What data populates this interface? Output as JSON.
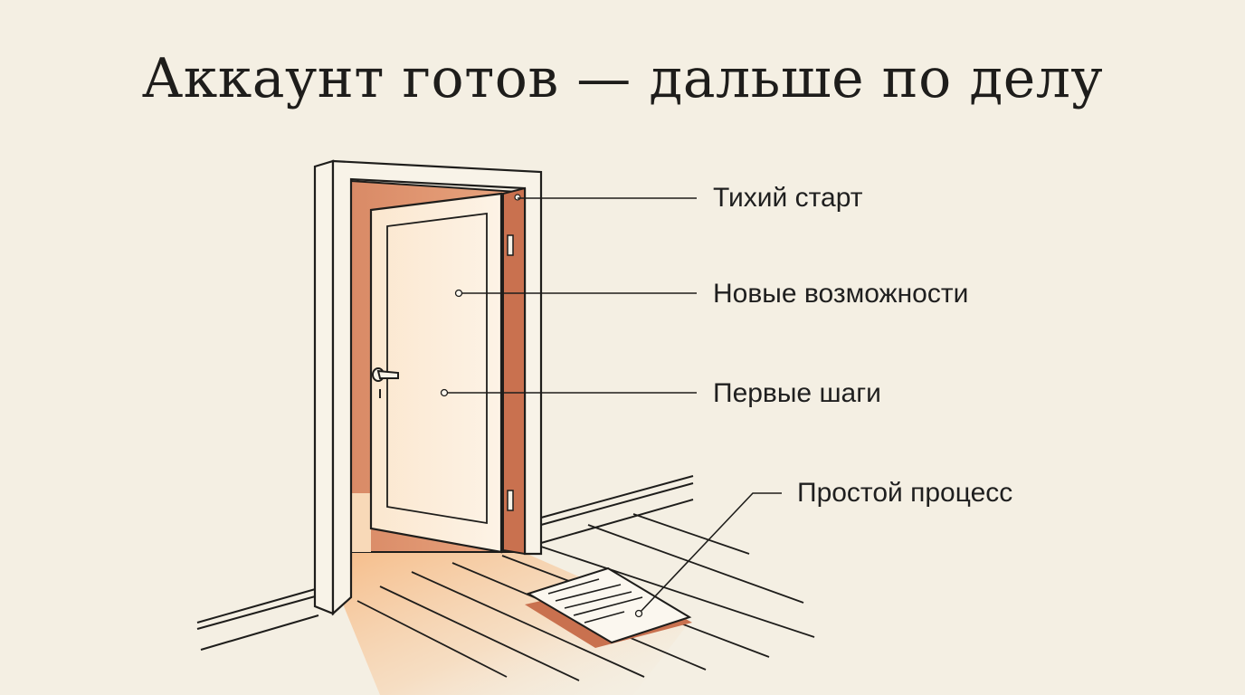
{
  "title": "Аккаунт готов — дальше по делу",
  "callouts": [
    {
      "label": "Тихий старт",
      "target": "door-frame-edge"
    },
    {
      "label": "Новые возможности",
      "target": "door-upper-panel"
    },
    {
      "label": "Первые шаги",
      "target": "door-lower-panel"
    },
    {
      "label": "Простой процесс",
      "target": "paper-on-floor"
    }
  ],
  "colors": {
    "background": "#f4efe3",
    "outline": "#1e1d1b",
    "terracotta": "#c9714f",
    "warm_glow": "#f7c89a"
  }
}
